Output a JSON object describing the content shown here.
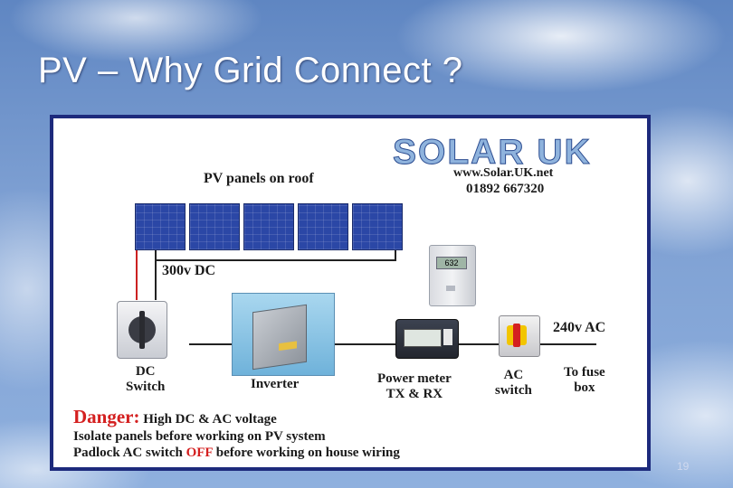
{
  "slide": {
    "title": "PV – Why Grid Connect ?",
    "number": "19"
  },
  "diagram": {
    "logo_text": "SOLAR UK",
    "website": "www.Solar.UK.net",
    "phone": "01892 667320",
    "panels_label": "PV panels on roof",
    "dc_voltage": "300v DC",
    "ac_voltage": "240v AC",
    "meter_display": "632",
    "dc_switch": [
      "DC",
      "Switch"
    ],
    "inverter": "Inverter",
    "power_meter": [
      "Power meter",
      "TX & RX"
    ],
    "ac_switch": [
      "AC",
      "switch"
    ],
    "fuse_box": [
      "To fuse",
      "box"
    ],
    "danger_title": "Danger:",
    "danger_line1": "High DC & AC voltage",
    "danger_line2": "Isolate panels before working on PV system",
    "danger_line3_pre": "Padlock AC switch ",
    "danger_line3_off": "OFF",
    "danger_line3_post": " before working on house wiring"
  },
  "colors": {
    "frame": "#1d2a7c",
    "danger": "#d42020",
    "solar_panel": "#2b47a6"
  }
}
